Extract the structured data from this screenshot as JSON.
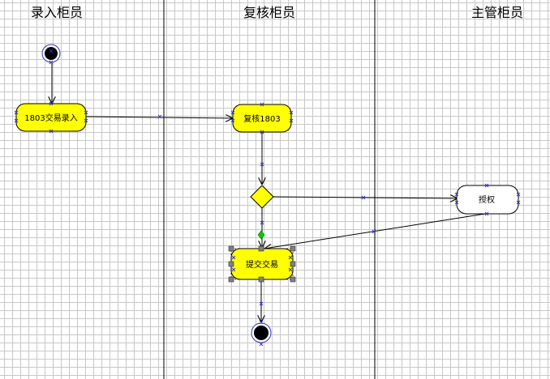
{
  "lanes": [
    {
      "title": "录入柜员"
    },
    {
      "title": "复核柜员"
    },
    {
      "title": "主管柜员"
    }
  ],
  "nodes": {
    "entry": {
      "label": "1803交易录入"
    },
    "review": {
      "label": "复核1803"
    },
    "authorize": {
      "label": "授权"
    },
    "submit": {
      "label": "提交交易"
    }
  },
  "colors": {
    "activity_fill": "#ffff00",
    "lane_line": "#000000",
    "grid": "#c8c8c8",
    "marker": "#3333cc",
    "selection_handle": "#808080",
    "connector_point": "#00cc00"
  }
}
